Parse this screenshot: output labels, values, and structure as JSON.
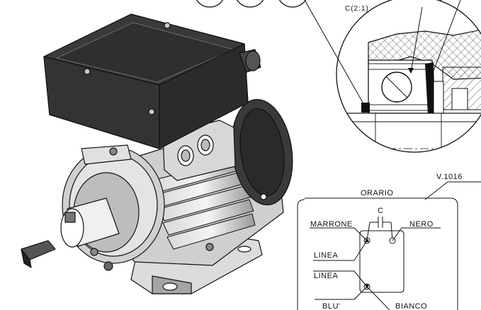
{
  "detail": {
    "label": "C(2:1)"
  },
  "version": "V.1016",
  "wiring": {
    "title": "ORARIO",
    "capacitor": "C",
    "left_top": "MARRONE",
    "right_top": "NERO",
    "line_1": "LINEA",
    "line_2": "LINEA",
    "left_bottom": "BLU'",
    "right_bottom": "BIANCO"
  }
}
